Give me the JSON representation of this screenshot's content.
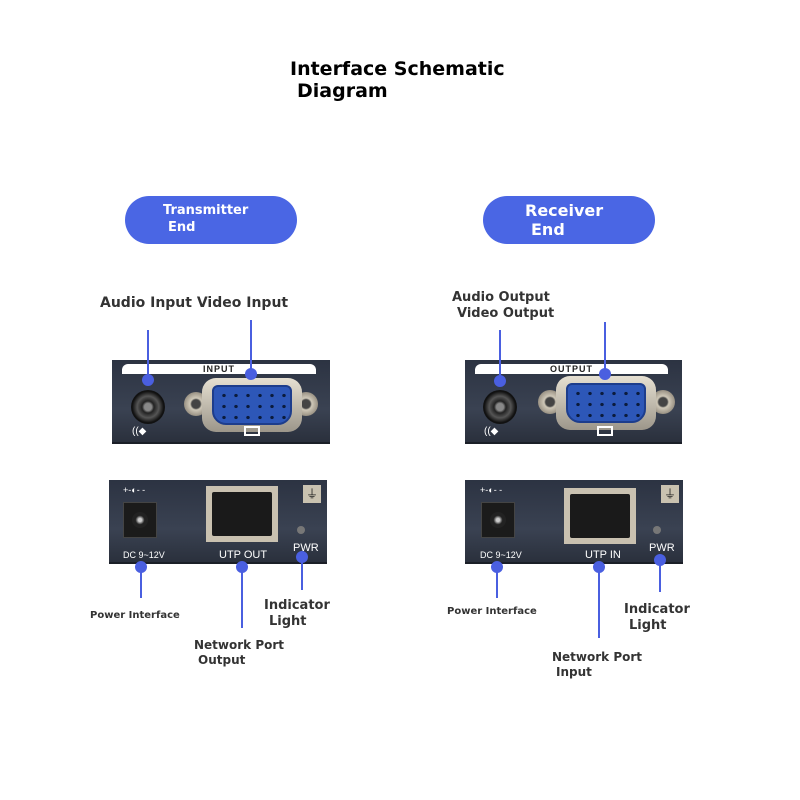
{
  "title": {
    "line1": "Interface Schematic",
    "line2": "Diagram"
  },
  "transmitter": {
    "pill": {
      "line1": "Transmitter",
      "line2": "End"
    },
    "top_label": "Audio Input Video Input",
    "panel_band": "INPUT",
    "dc_label": "DC 9~12V",
    "dc_symbol": "+-◐- -",
    "port_label": "UTP OUT",
    "pwr_label": "PWR",
    "power_label": "Power Interface",
    "network_label": {
      "line1": "Network Port",
      "line2": "Output"
    },
    "indicator_label": {
      "line1": "Indicator",
      "line2": "Light"
    }
  },
  "receiver": {
    "pill": {
      "line1": "Receiver",
      "line2": "End"
    },
    "top_label": {
      "line1": "Audio Output",
      "line2": "Video Output"
    },
    "panel_band": "OUTPUT",
    "dc_label": "DC 9~12V",
    "dc_symbol": "+-◐- -",
    "port_label": "UTP IN",
    "pwr_label": "PWR",
    "power_label": "Power Interface",
    "network_label": {
      "line1": "Network Port",
      "line2": "Input"
    },
    "indicator_label": {
      "line1": "Indicator",
      "line2": "Light"
    }
  },
  "icons": {
    "audio": "((◆",
    "ground": "⏚"
  },
  "accent": "#4a66e4"
}
